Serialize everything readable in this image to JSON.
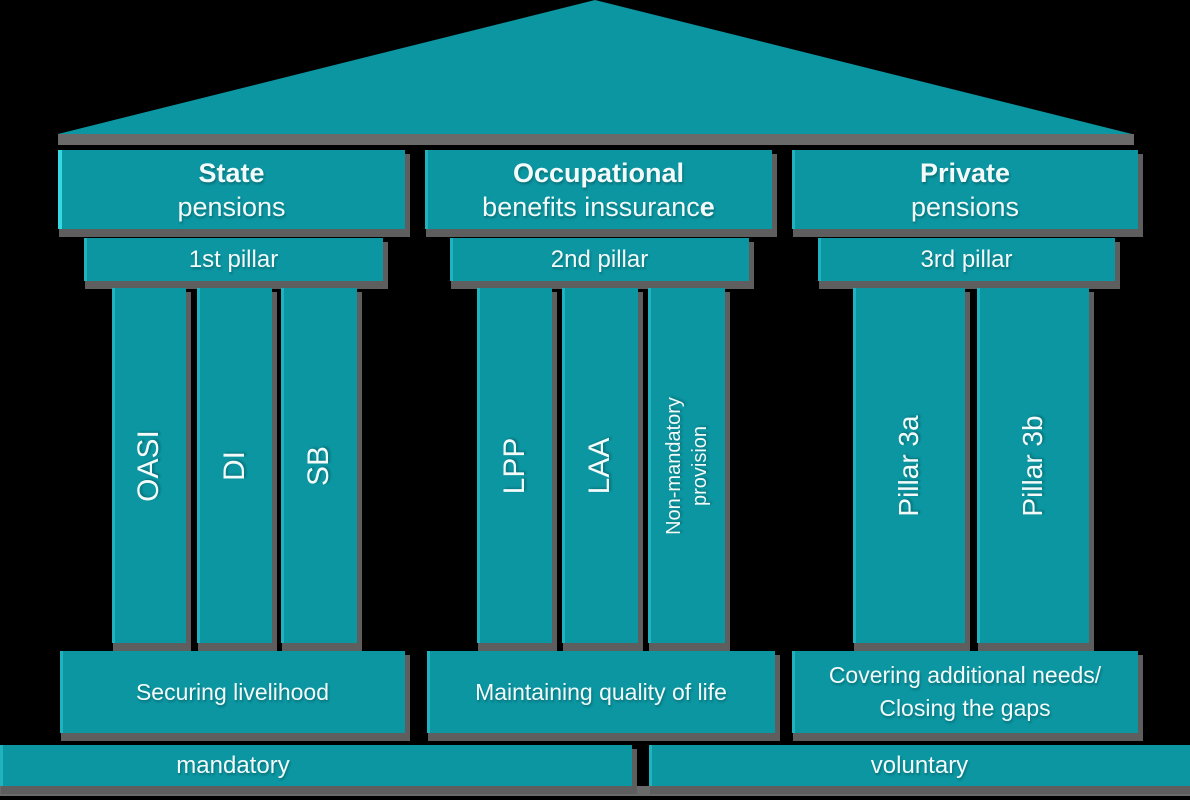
{
  "colors": {
    "background": "#000000",
    "teal": "#0b96a1",
    "accent_cyan": "#35d8e5",
    "shadow_gray": "#5e5e5e",
    "beam_gray": "#6a6a6a",
    "text": "#f2fafa"
  },
  "columns": [
    {
      "header": {
        "title": "State",
        "subtitle": "pensions",
        "subtitle_bold": ""
      },
      "pillar_label": "1st pillar",
      "bars": [
        {
          "label": "OASI",
          "label_line2": ""
        },
        {
          "label": "DI",
          "label_line2": ""
        },
        {
          "label": "SB",
          "label_line2": ""
        }
      ],
      "purpose": {
        "line1": "Securing livelihood",
        "line2": ""
      }
    },
    {
      "header": {
        "title": "Occupational",
        "subtitle": "benefits inssuranc",
        "subtitle_bold": "e"
      },
      "pillar_label": "2nd pillar",
      "bars": [
        {
          "label": "LPP",
          "label_line2": ""
        },
        {
          "label": "LAA",
          "label_line2": ""
        },
        {
          "label": "Non-mandatory",
          "label_line2": "provision"
        }
      ],
      "purpose": {
        "line1": "Maintaining quality of life",
        "line2": ""
      }
    },
    {
      "header": {
        "title": "Private",
        "subtitle": "pensions",
        "subtitle_bold": ""
      },
      "pillar_label": "3rd pillar",
      "bars": [
        {
          "label": "Pillar 3a",
          "label_line2": ""
        },
        {
          "label": "Pillar 3b",
          "label_line2": ""
        }
      ],
      "purpose": {
        "line1": "Covering additional needs/",
        "line2": "Closing the gaps"
      }
    }
  ],
  "footer": {
    "mandatory_label": "mandatory",
    "voluntary_label": "voluntary"
  }
}
